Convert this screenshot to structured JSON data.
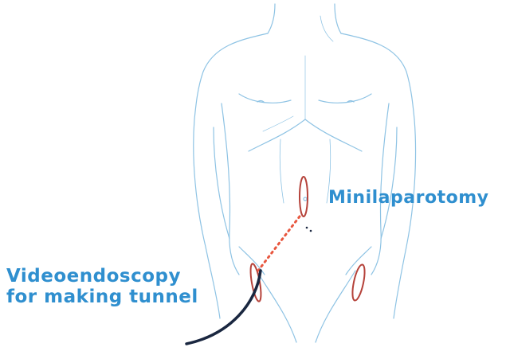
{
  "labels": {
    "minilaparotomy": "Minilaparotomy",
    "videoendoscopy_line1": "Videoendoscopy",
    "videoendoscopy_line2": "for making tunnel"
  },
  "colors": {
    "body_outline": "#8ec3e4",
    "label_text": "#2f8fcf",
    "incision": "#b5423a",
    "tunnel_dots": "#e8573f",
    "pointer": "#1a2740"
  },
  "icons": {
    "figure": "human-torso-outline",
    "pointer": "curved-arrow-line"
  }
}
